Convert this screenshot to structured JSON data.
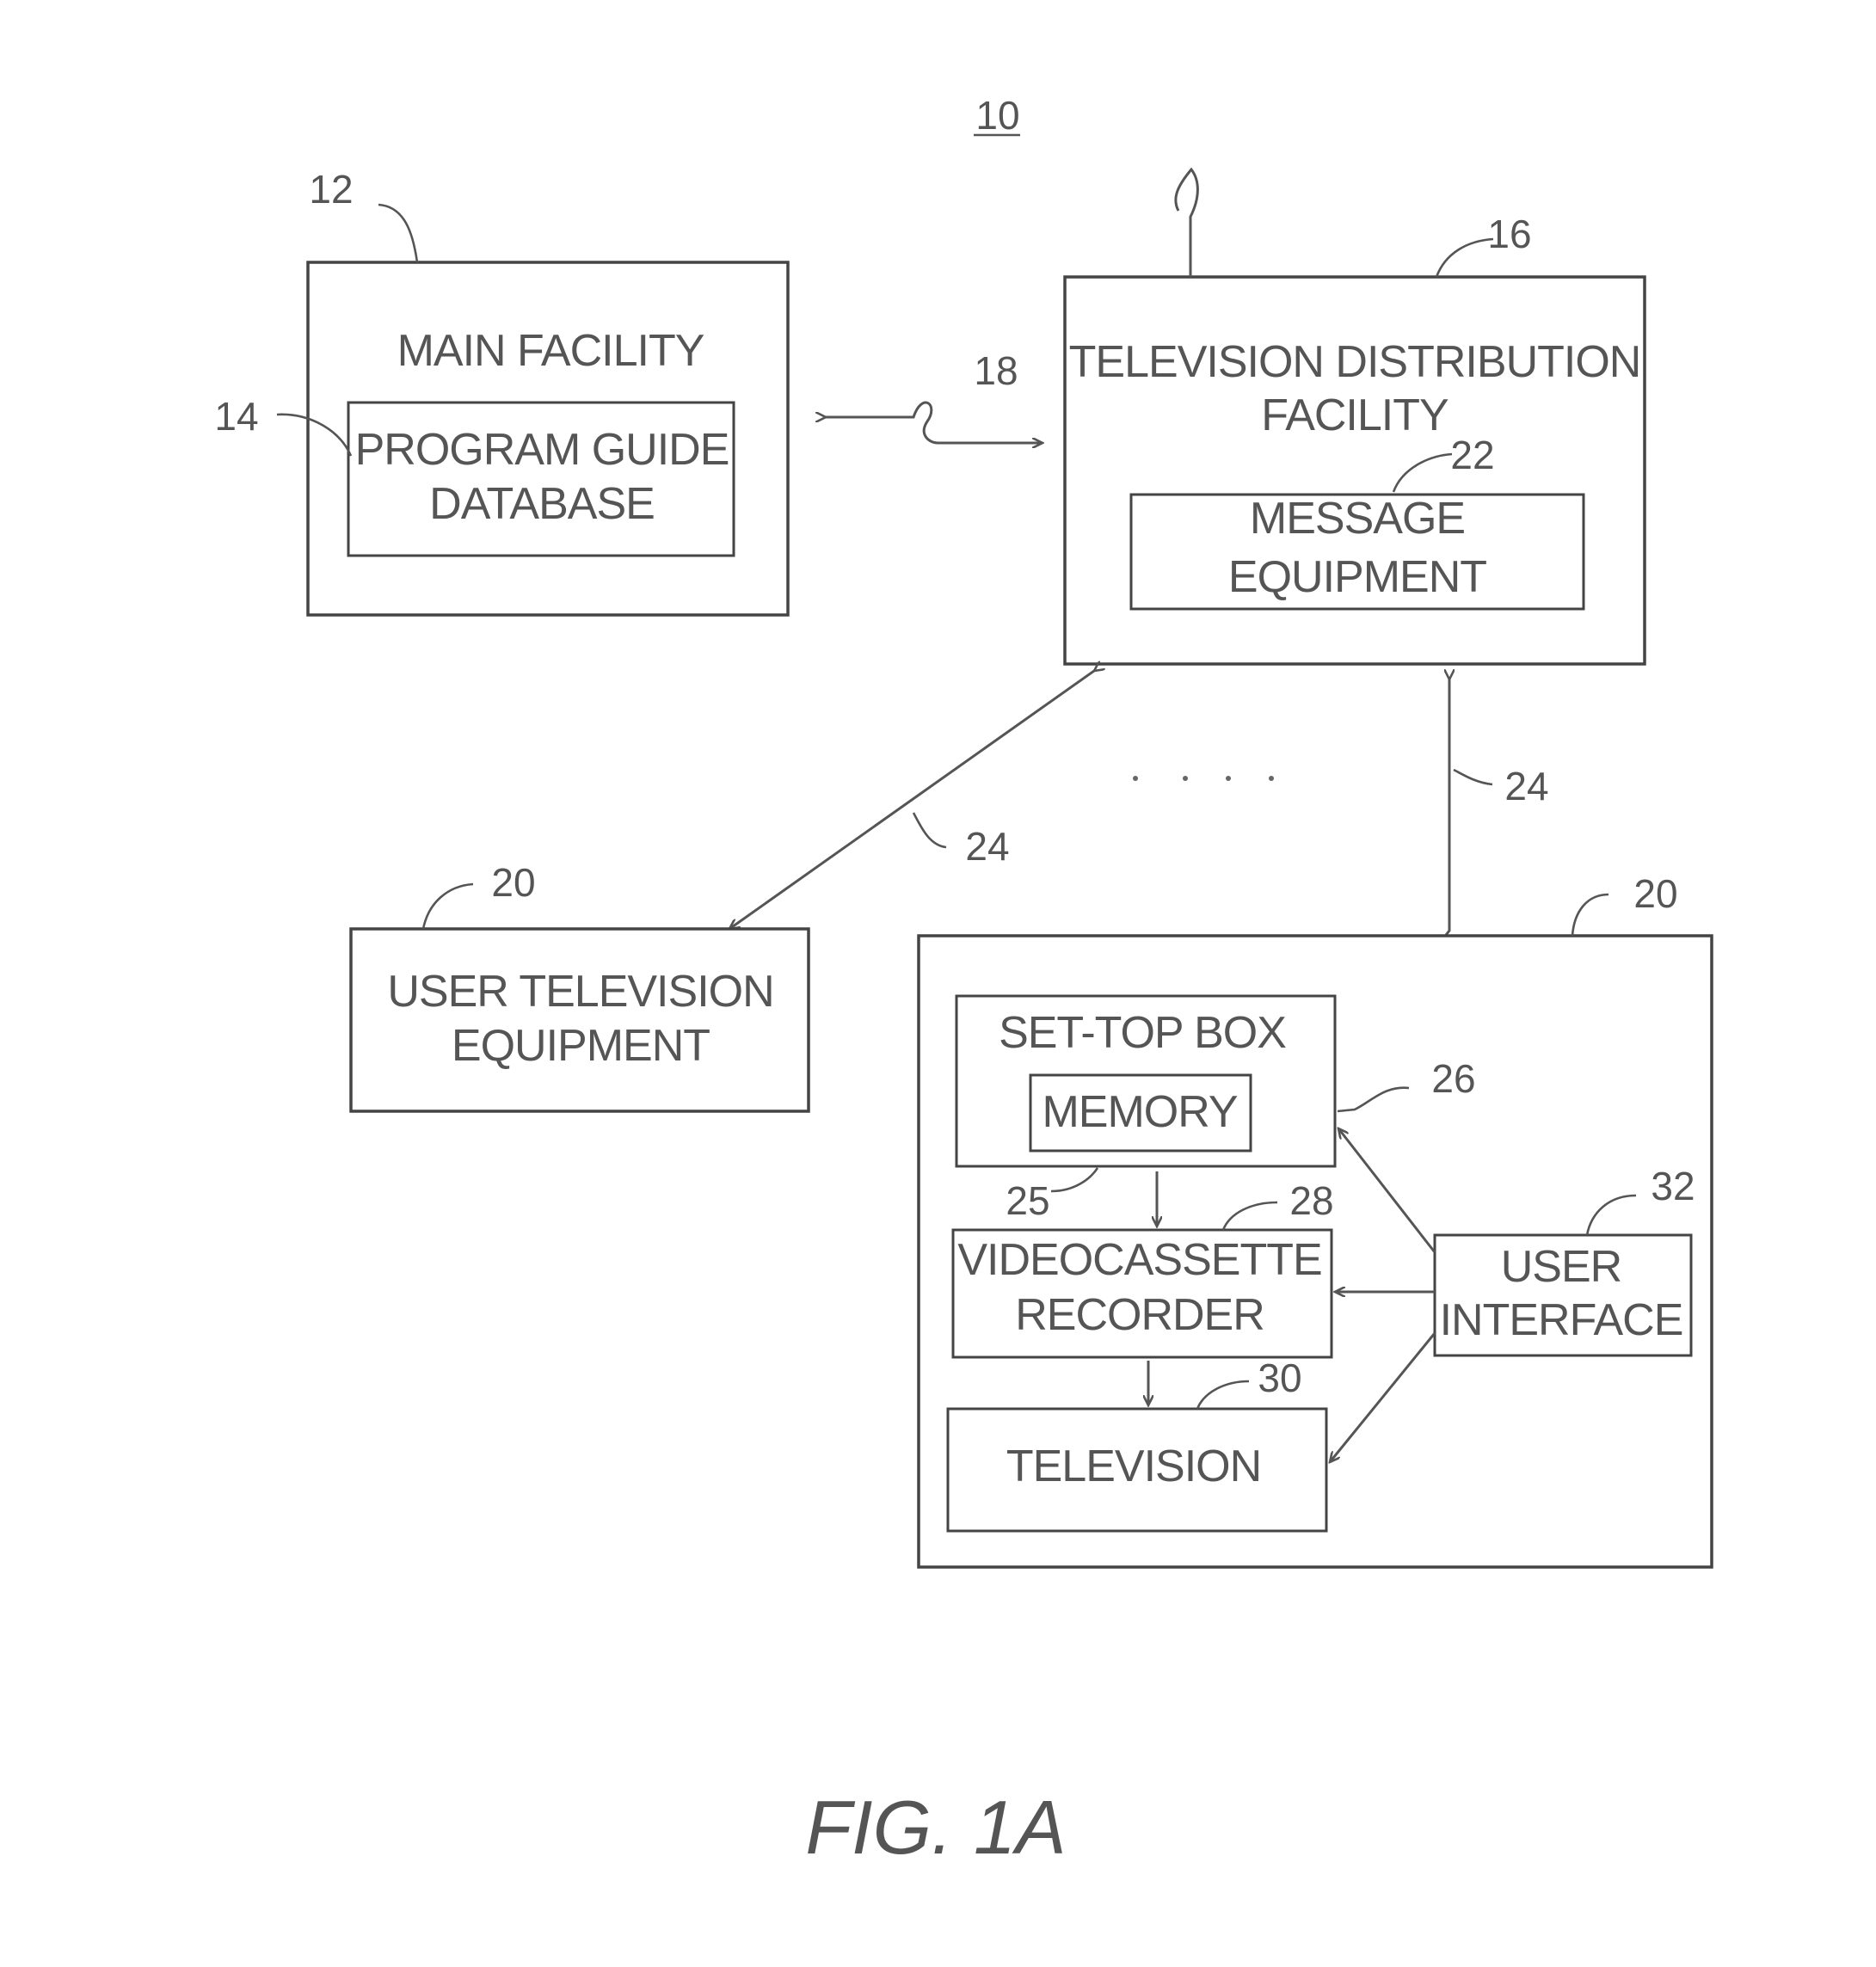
{
  "figure": {
    "number": "10",
    "caption": "FIG. 1A"
  },
  "main_facility": {
    "label": "MAIN FACILITY",
    "ref": "12"
  },
  "program_guide_database": {
    "line1": "PROGRAM GUIDE",
    "line2": "DATABASE",
    "ref": "14"
  },
  "link_18": {
    "ref": "18"
  },
  "tv_distribution_facility": {
    "line1": "TELEVISION DISTRIBUTION",
    "line2": "FACILITY",
    "ref": "16"
  },
  "message_equipment": {
    "line1": "MESSAGE",
    "line2": "EQUIPMENT",
    "ref": "22"
  },
  "path_left": {
    "ref": "24"
  },
  "path_right": {
    "ref": "24"
  },
  "user_tv_equipment_left": {
    "line1": "USER TELEVISION",
    "line2": "EQUIPMENT",
    "ref": "20"
  },
  "user_tv_equipment_right": {
    "ref": "20"
  },
  "set_top_box": {
    "label": "SET-TOP BOX",
    "ref": "26"
  },
  "memory": {
    "label": "MEMORY",
    "ref": "25"
  },
  "vcr": {
    "line1": "VIDEOCASSETTE",
    "line2": "RECORDER",
    "ref": "28"
  },
  "television": {
    "label": "TELEVISION",
    "ref": "30"
  },
  "user_interface": {
    "line1": "USER",
    "line2": "INTERFACE",
    "ref": "32"
  }
}
